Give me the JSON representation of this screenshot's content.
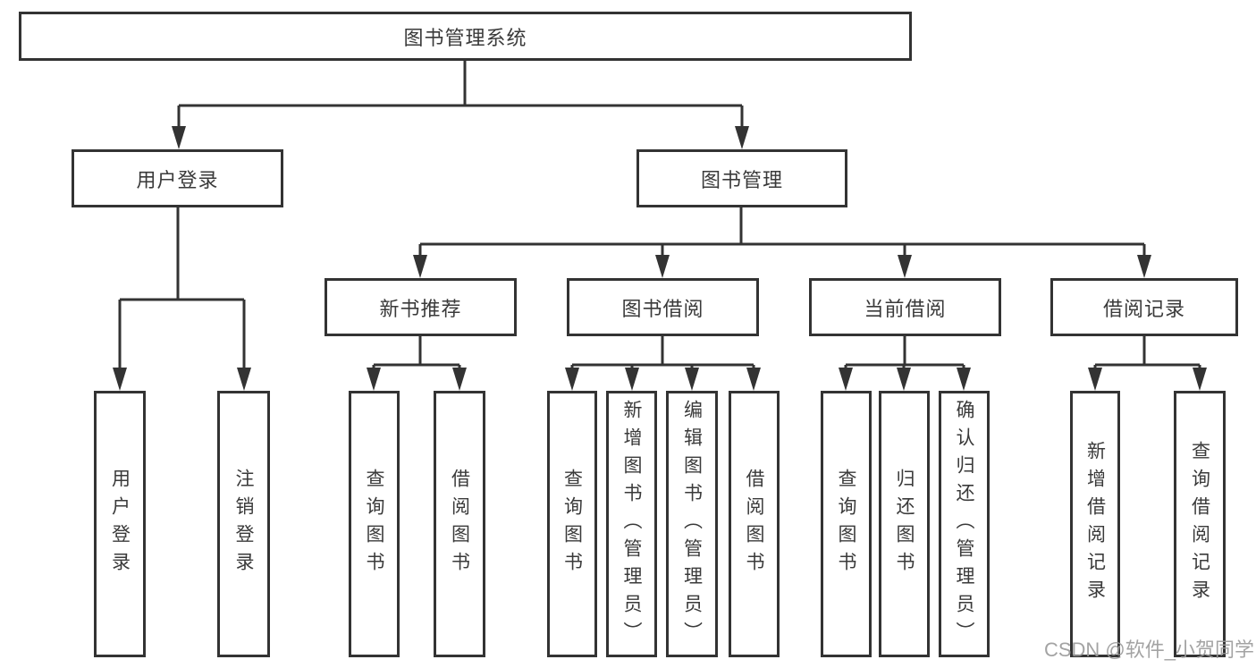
{
  "diagram": {
    "title": "图书管理系统",
    "watermark": "CSDN @软件_小贺同学",
    "colors": {
      "line": "#333333",
      "border": "#333333",
      "text": "#3a3a3a",
      "background": "#ffffff",
      "watermark": "#9a9a9a"
    },
    "nodes": {
      "root": {
        "label": "图书管理系统"
      },
      "user_login": {
        "label": "用户登录"
      },
      "book_mgmt": {
        "label": "图书管理"
      },
      "new_book_rec": {
        "label": "新书推荐"
      },
      "book_borrow": {
        "label": "图书借阅"
      },
      "current_borrow": {
        "label": "当前借阅"
      },
      "borrow_records": {
        "label": "借阅记录"
      },
      "leaf_user_login": {
        "label": "用户登录"
      },
      "leaf_logout": {
        "label": "注销登录"
      },
      "leaf_rec_query": {
        "label": "查询图书"
      },
      "leaf_rec_borrow": {
        "label": "借阅图书"
      },
      "leaf_bb_query": {
        "label": "查询图书"
      },
      "leaf_bb_add": {
        "label": "新增图书（管理员）"
      },
      "leaf_bb_edit": {
        "label": "编辑图书（管理员）"
      },
      "leaf_bb_borrow": {
        "label": "借阅图书"
      },
      "leaf_cb_query": {
        "label": "查询图书"
      },
      "leaf_cb_return": {
        "label": "归还图书"
      },
      "leaf_cb_confirm": {
        "label": "确认归还（管理员）"
      },
      "leaf_br_add": {
        "label": "新增借阅记录"
      },
      "leaf_br_query": {
        "label": "查询借阅记录"
      }
    },
    "hierarchy": [
      {
        "parent": "图书管理系统",
        "children": [
          "用户登录",
          "图书管理"
        ]
      },
      {
        "parent": "用户登录",
        "children": [
          "用户登录",
          "注销登录"
        ]
      },
      {
        "parent": "图书管理",
        "children": [
          "新书推荐",
          "图书借阅",
          "当前借阅",
          "借阅记录"
        ]
      },
      {
        "parent": "新书推荐",
        "children": [
          "查询图书",
          "借阅图书"
        ]
      },
      {
        "parent": "图书借阅",
        "children": [
          "查询图书",
          "新增图书（管理员）",
          "编辑图书（管理员）",
          "借阅图书"
        ]
      },
      {
        "parent": "当前借阅",
        "children": [
          "查询图书",
          "归还图书",
          "确认归还（管理员）"
        ]
      },
      {
        "parent": "借阅记录",
        "children": [
          "新增借阅记录",
          "查询借阅记录"
        ]
      }
    ]
  }
}
